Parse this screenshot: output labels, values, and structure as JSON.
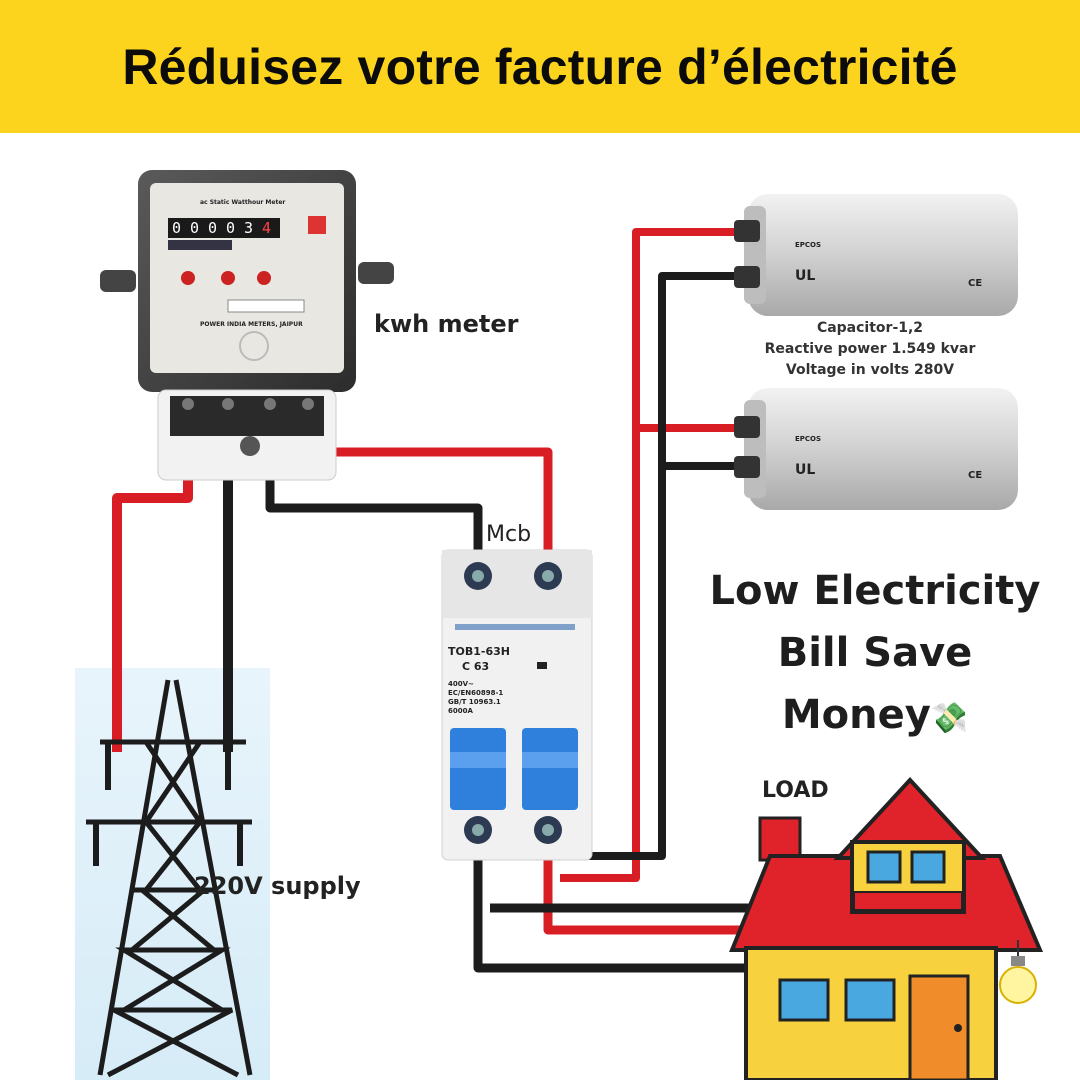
{
  "banner": {
    "title": "Réduisez votre facture d’électricité",
    "color": "#fcd41e"
  },
  "meter": {
    "label": "kwh meter",
    "brand_text": "POWER INDIA METERS, JAIPUR",
    "face_title": "ac Static Watthour Meter",
    "reading": [
      "0",
      "0",
      "0",
      "0",
      "3",
      "4"
    ]
  },
  "mcb": {
    "label": "Mcb",
    "model": "TOB1-63H",
    "rating": "C 63",
    "specs": [
      "400V~",
      "EC/EN60898-1",
      "GB/T 10963.1",
      "6000A"
    ]
  },
  "capacitors": {
    "brand": "EPCOS",
    "specs": [
      "Capacitor-1,2",
      "Reactive power 1.549 kvar",
      "Voltage in volts 280V"
    ]
  },
  "supply": {
    "label": "220V supply"
  },
  "load": {
    "label": "LOAD"
  },
  "slogan": {
    "lines": [
      "Low Electricity",
      "Bill Save",
      "Money"
    ],
    "emoji": "💸"
  },
  "colors": {
    "live_wire": "#d81e24",
    "neutral_wire": "#1c1c1c",
    "house_roof": "#e0232a",
    "house_wall": "#f7d23e",
    "mcb_handle": "#2f7fdc"
  }
}
